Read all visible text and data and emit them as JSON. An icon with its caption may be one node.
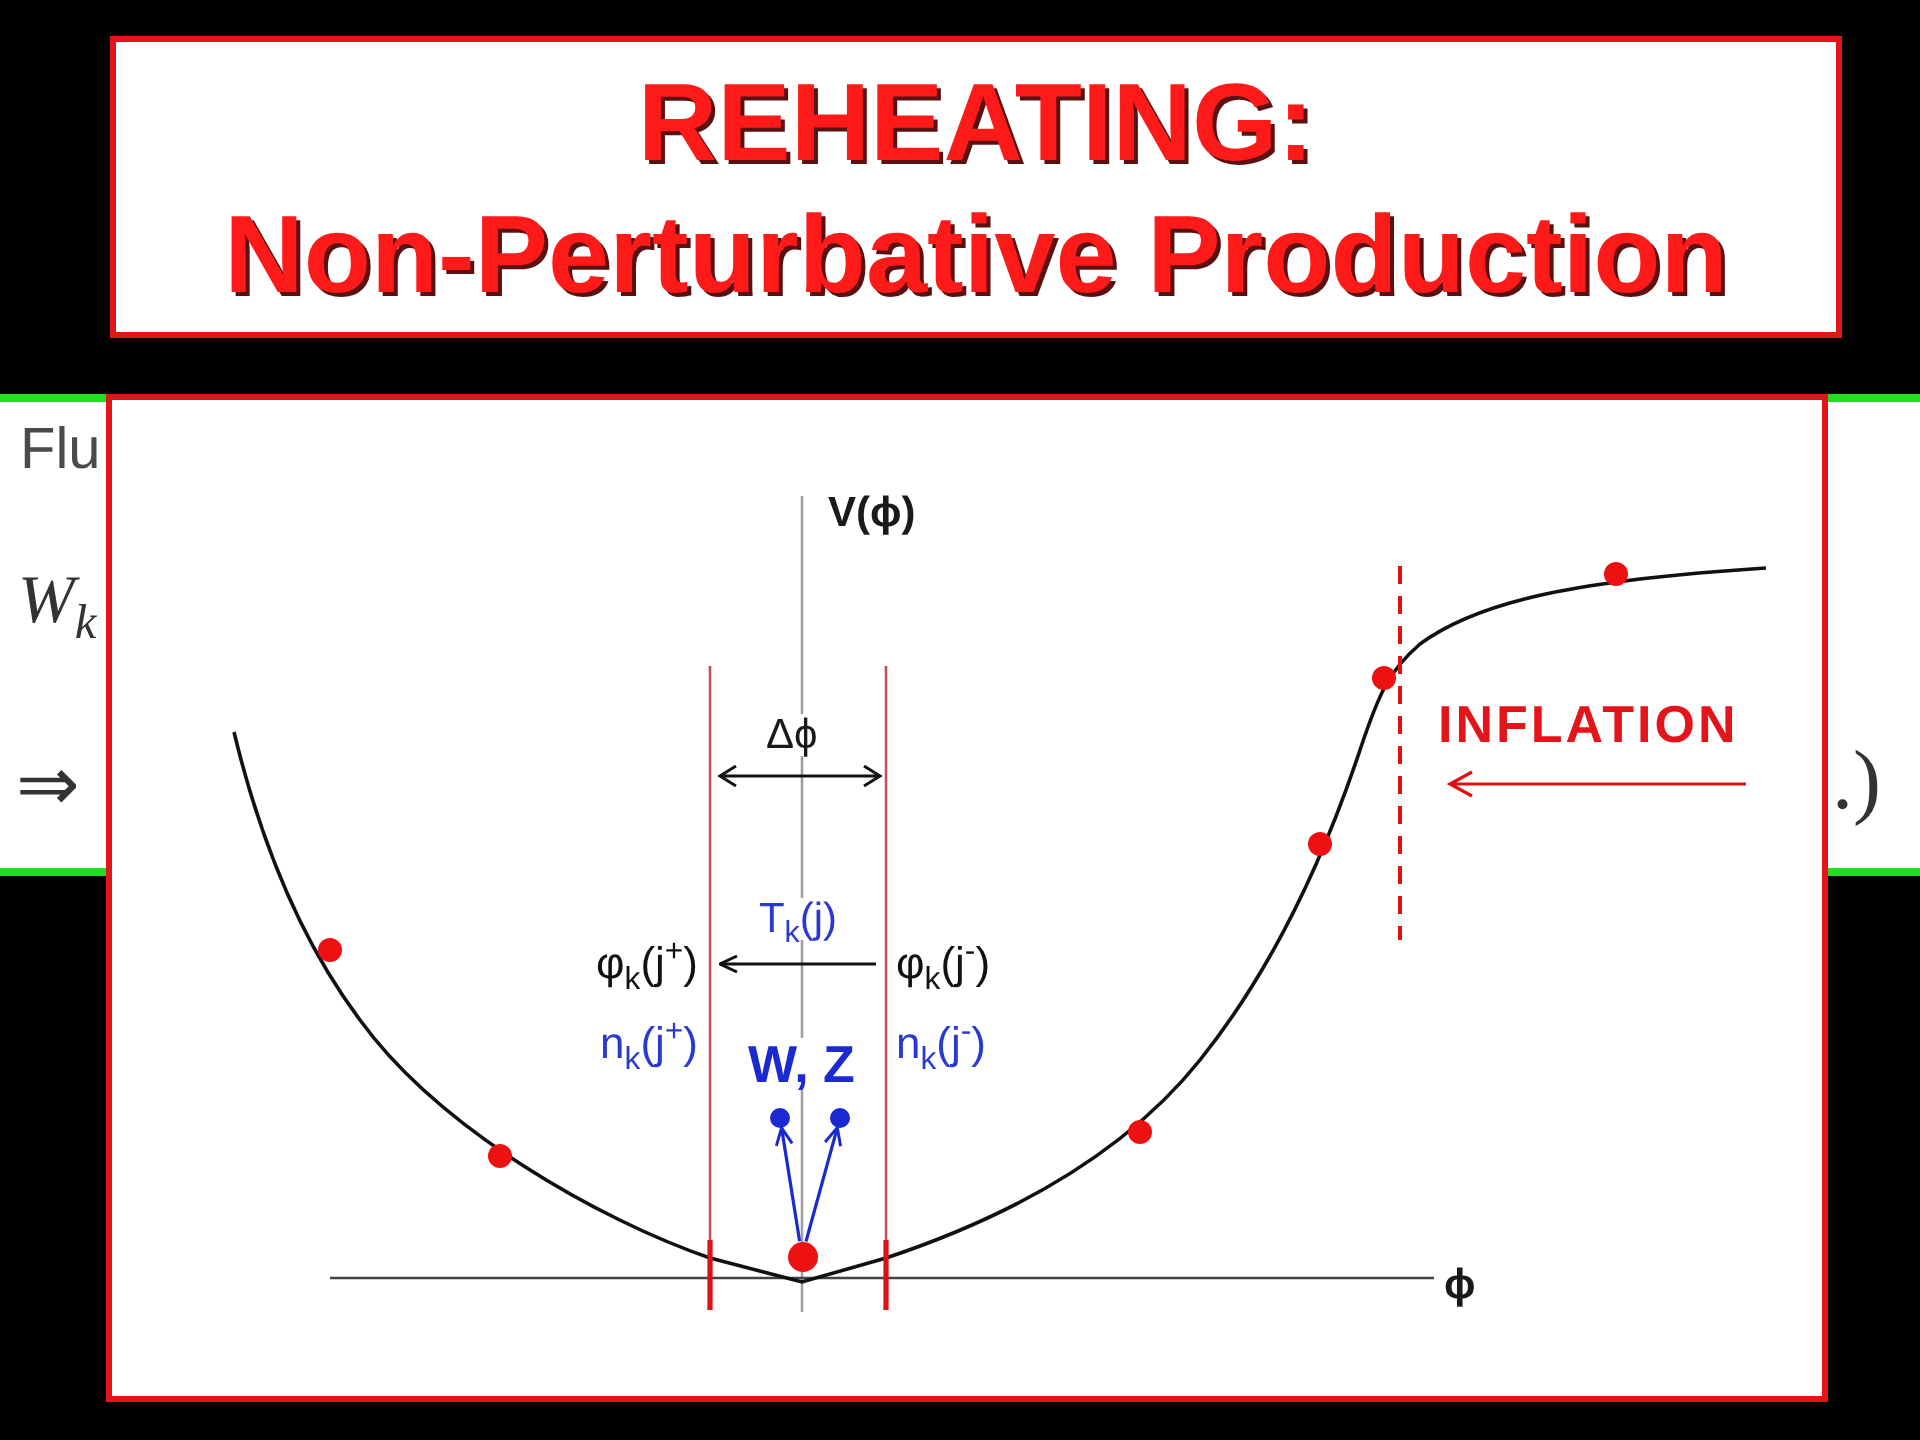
{
  "diagram": {
    "title": "REHEATING: Non-Perturbative Production",
    "nodes": [
      {
        "text": [
          "φ$_{k}$(j$^{+}$)",
          "n$_{k}$(j$^{+}$)"
        ]
      },
      {
        "text": [
          "φ$_{k}$(j$^{-}$)",
          "n$_{k}$(j$^{-}$)"
        ]
      },
      {
        "text": [],
        "shape": "circle"
      },
      {
        "text": [],
        "shape": "circle"
      },
      {
        "text": [],
        "shape": "circle"
      }
    ],
    "edges": [
      {
        "from": 1,
        "to": 0,
        "arrow": "to",
        "label": "T$_{k}$(j)",
        "color": "#111111"
      },
      {
        "from": 2,
        "to": 3,
        "arrow": "to",
        "color": "#1a2ad0"
      },
      {
        "from": 2,
        "to": 4,
        "arrow": "to",
        "color": "#1a2ad0"
      }
    ],
    "labels": [
      "Flu",
      "W$_{k}$",
      "⇒",
      ".)",
      "V(ϕ)",
      "Δϕ",
      "INFLATION",
      "W, Z",
      "ϕ"
    ]
  }
}
